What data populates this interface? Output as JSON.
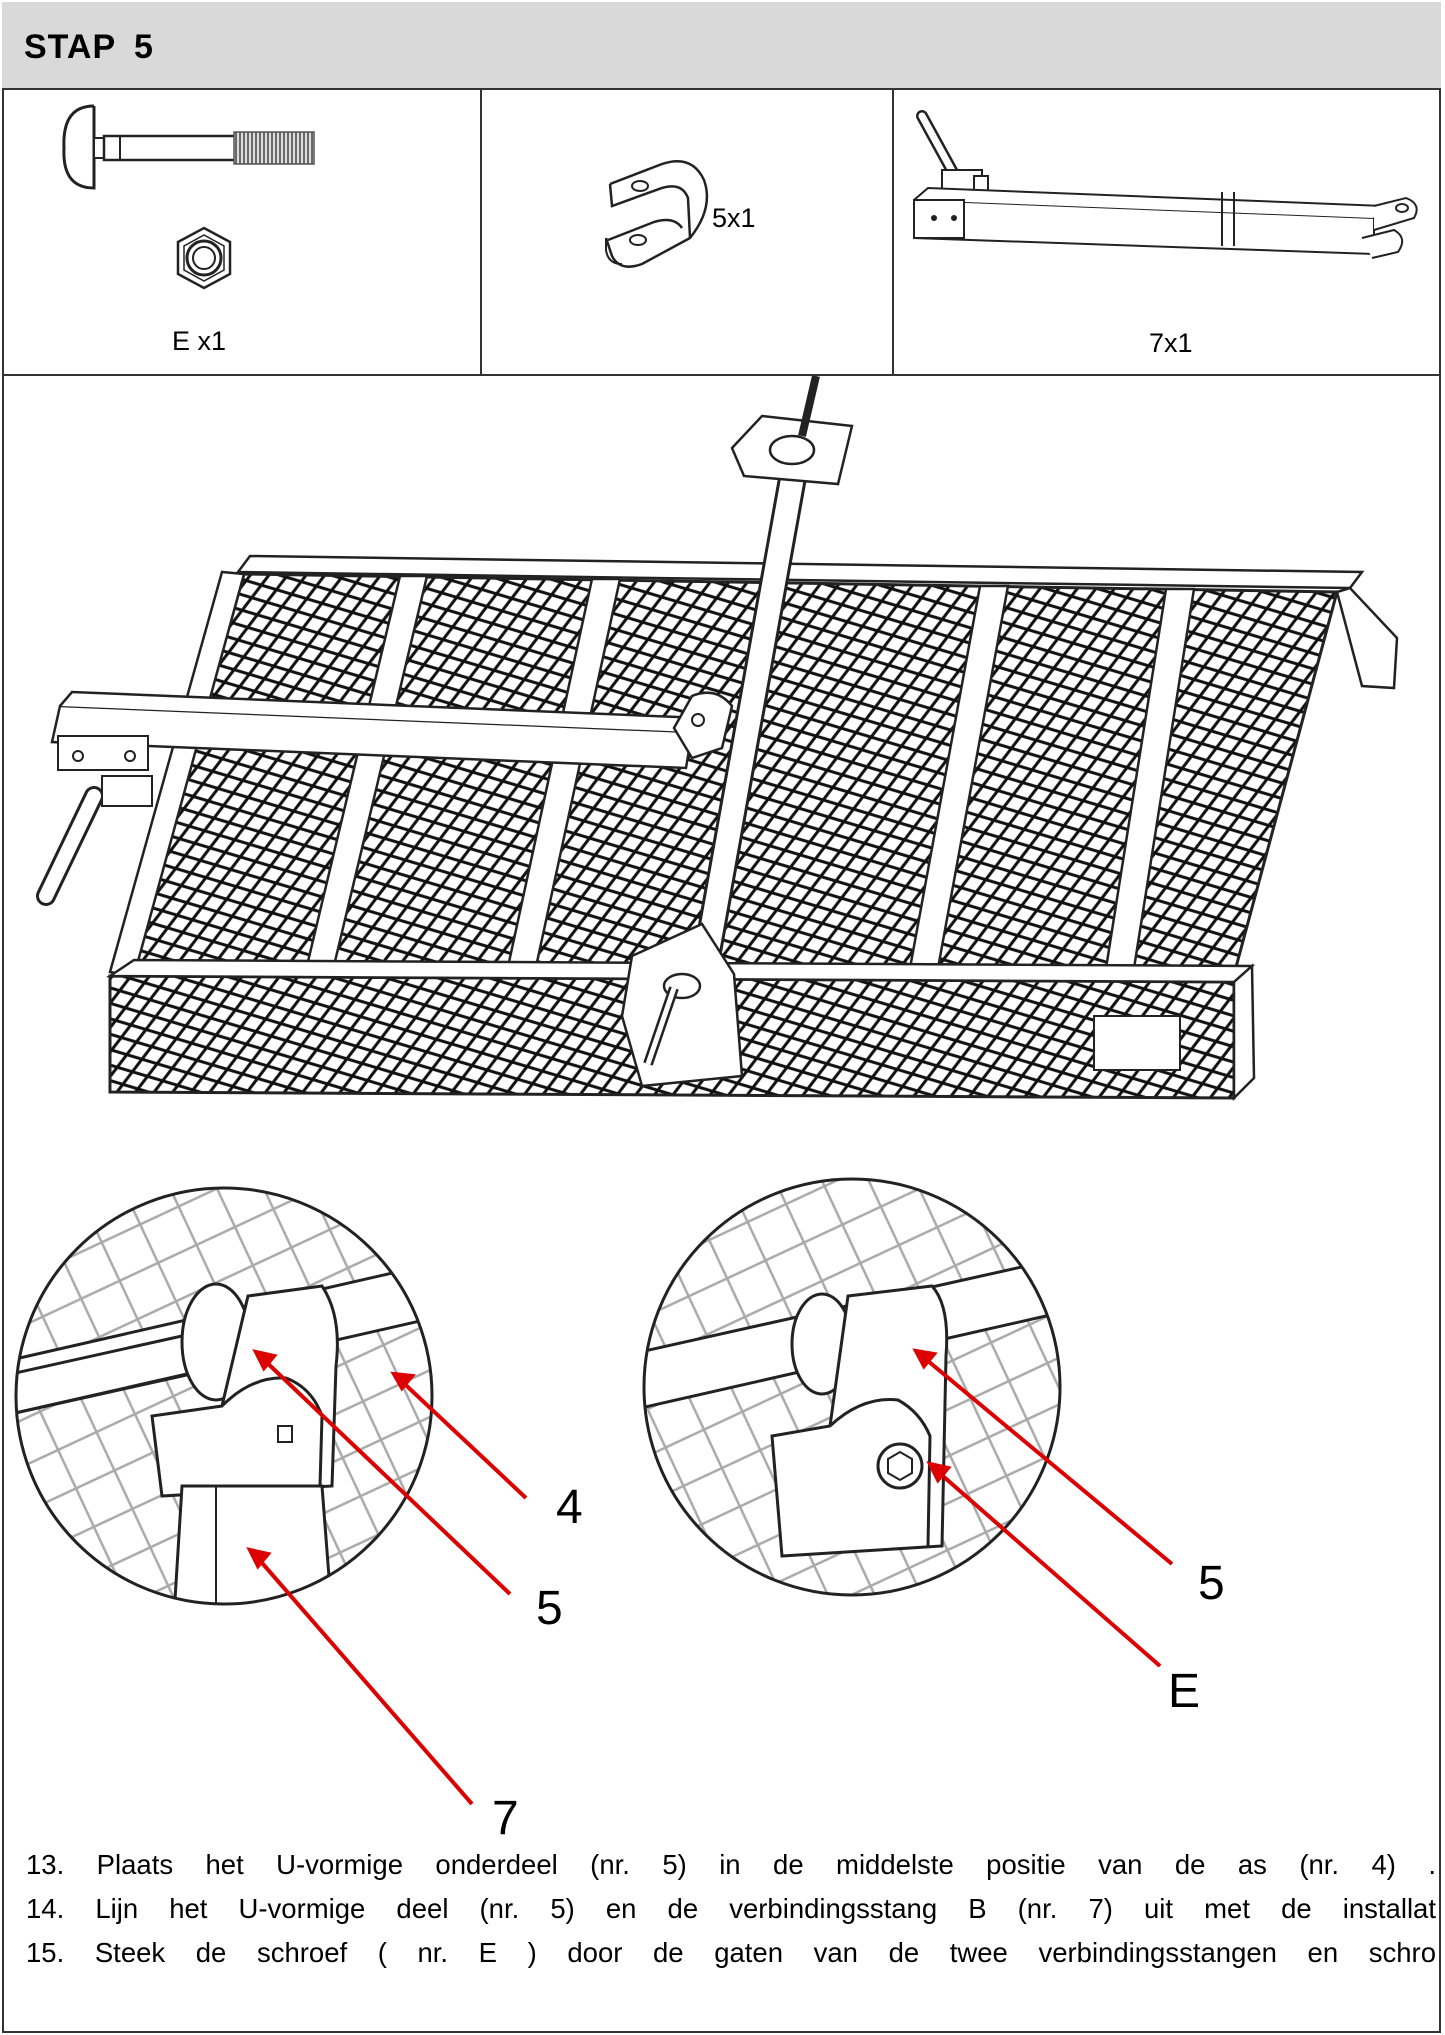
{
  "header": {
    "title": "STAP  5"
  },
  "parts": [
    {
      "id": "bolt-nut",
      "label": "E x1"
    },
    {
      "id": "u-bracket",
      "label": "5x1"
    },
    {
      "id": "connecting-rod",
      "label": "7x1"
    }
  ],
  "callouts": {
    "left": [
      "4",
      "5",
      "7"
    ],
    "right": [
      "5",
      "E"
    ]
  },
  "instructions": [
    "13.  Plaats  het  U-vormige  onderdeel  (nr.  5)  in  de  middelste  positie  van  de  as  (nr.  4)  .",
    "14.  Lijn  het  U-vormige  deel  (nr.  5)  en  de  verbindingsstang  B  (nr.  7)  uit  met  de  installat",
    "15.  Steek  de  schroef  (  nr.  E  )  door  de  gaten  van  de  twee  verbindingsstangen  en  schro"
  ]
}
